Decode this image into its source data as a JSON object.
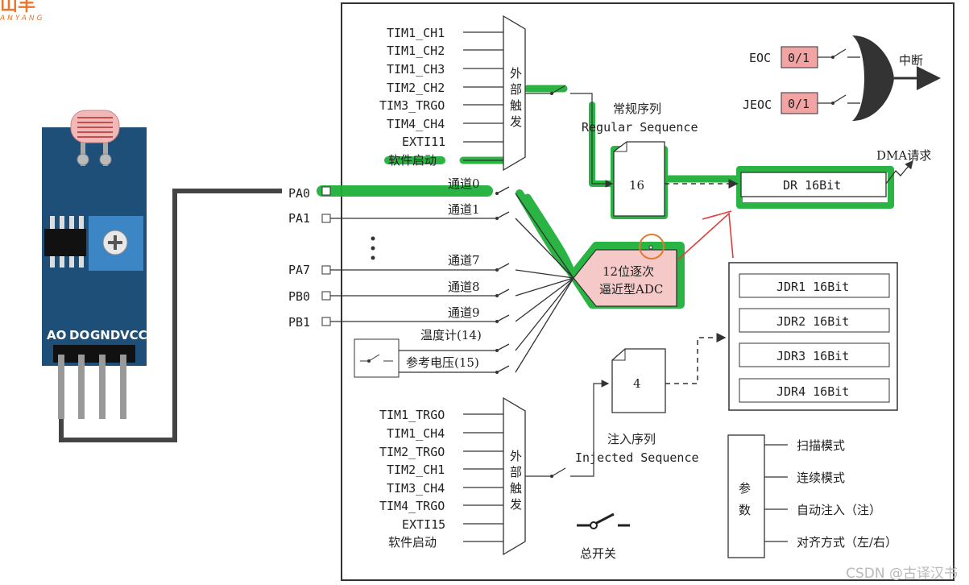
{
  "logo": {
    "main": "山丰",
    "sub": "ANYANG"
  },
  "module": {
    "pins": [
      "AO",
      "DO",
      "GND",
      "VCC"
    ]
  },
  "pins": {
    "pa0": "PA0",
    "pa1": "PA1",
    "pa7": "PA7",
    "pb0": "PB0",
    "pb1": "PB1"
  },
  "regular_triggers": [
    "TIM1_CH1",
    "TIM1_CH2",
    "TIM1_CH3",
    "TIM2_CH2",
    "TIM3_TRGO",
    "TIM4_CH4",
    "EXTI11",
    "软件启动"
  ],
  "injected_triggers": [
    "TIM1_TRGO",
    "TIM1_CH4",
    "TIM2_TRGO",
    "TIM2_CH1",
    "TIM3_CH4",
    "TIM4_TRGO",
    "EXTI15",
    "软件启动"
  ],
  "mux_label": [
    "外",
    "部",
    "触",
    "发"
  ],
  "channels": {
    "ch0": "通道0",
    "ch1": "通道1",
    "ch7": "通道7",
    "ch8": "通道8",
    "ch9": "通道9",
    "temp": "温度计(14)",
    "vref": "参考电压(15)"
  },
  "adc": {
    "line1": "12位逐次",
    "line2": "逼近型ADC"
  },
  "regular": {
    "title_cn": "常规序列",
    "title_en": "Regular Sequence",
    "count": "16"
  },
  "injected": {
    "title_cn": "注入序列",
    "title_en": "Injected Sequence",
    "count": "4"
  },
  "dr": {
    "label": "DR 16Bit",
    "dma": "DMA请求"
  },
  "jdr": [
    "JDR1 16Bit",
    "JDR2 16Bit",
    "JDR3 16Bit",
    "JDR4 16Bit"
  ],
  "interrupt": {
    "eoc": "EOC",
    "jeoc": "JEOC",
    "flag": "0/1",
    "out": "中断"
  },
  "params": {
    "title": [
      "参",
      "数"
    ],
    "items": [
      "扫描模式",
      "连续模式",
      "自动注入（注）",
      "对齐方式（左/右）"
    ]
  },
  "master_switch": "总开关",
  "watermark": "CSDN @古译汉书"
}
